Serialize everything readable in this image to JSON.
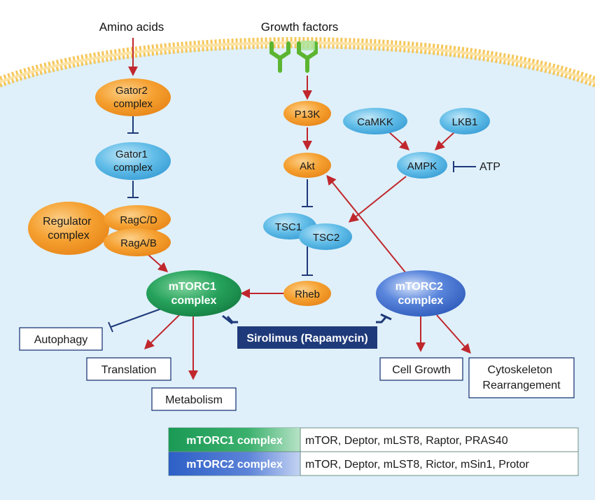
{
  "inputs": {
    "amino_acids": "Amino acids",
    "growth_factors": "Growth factors"
  },
  "nodes": {
    "gator2": [
      "Gator2",
      "complex"
    ],
    "gator1": [
      "Gator1",
      "complex"
    ],
    "ragulator": [
      "Regulator",
      "complex"
    ],
    "ragcd": "RagC/D",
    "ragab": "RagA/B",
    "pi3k": "P13K",
    "akt": "Akt",
    "tsc1": "TSC1",
    "tsc2": "TSC2",
    "rheb": "Rheb",
    "camkk": "CaMKK",
    "lkb1": "LKB1",
    "ampk": "AMPK",
    "atp": "ATP",
    "mtorc1": [
      "mTORC1",
      "complex"
    ],
    "mtorc2": [
      "mTORC2",
      "complex"
    ],
    "sirolimus": "Sirolimus (Rapamycin)"
  },
  "outputs": {
    "autophagy": "Autophagy",
    "translation": "Translation",
    "metabolism": "Metabolism",
    "cell_growth": "Cell Growth",
    "cytoskeleton": [
      "Cytoskeleton",
      "Rearrangement"
    ]
  },
  "legend": [
    {
      "label": "mTORC1 complex",
      "components": "mTOR, Deptor, mLST8, Raptor, PRAS40",
      "color": "#1e9b57"
    },
    {
      "label": "mTORC2 complex",
      "components": "mTOR, Deptor, mLST8, Rictor, mSin1, Protor",
      "color": "#3366cc"
    }
  ],
  "colors": {
    "cytoplasm": "#dff0fa",
    "membrane": "#f5c75a",
    "orange_node": "#f5a030",
    "blue_node": "#5bb8e6",
    "activation_arrow": "#c0272d",
    "inhibition": "#1f3a7a",
    "sirolimus_box": "#1f3a7a",
    "receptor": "#5cb531"
  }
}
